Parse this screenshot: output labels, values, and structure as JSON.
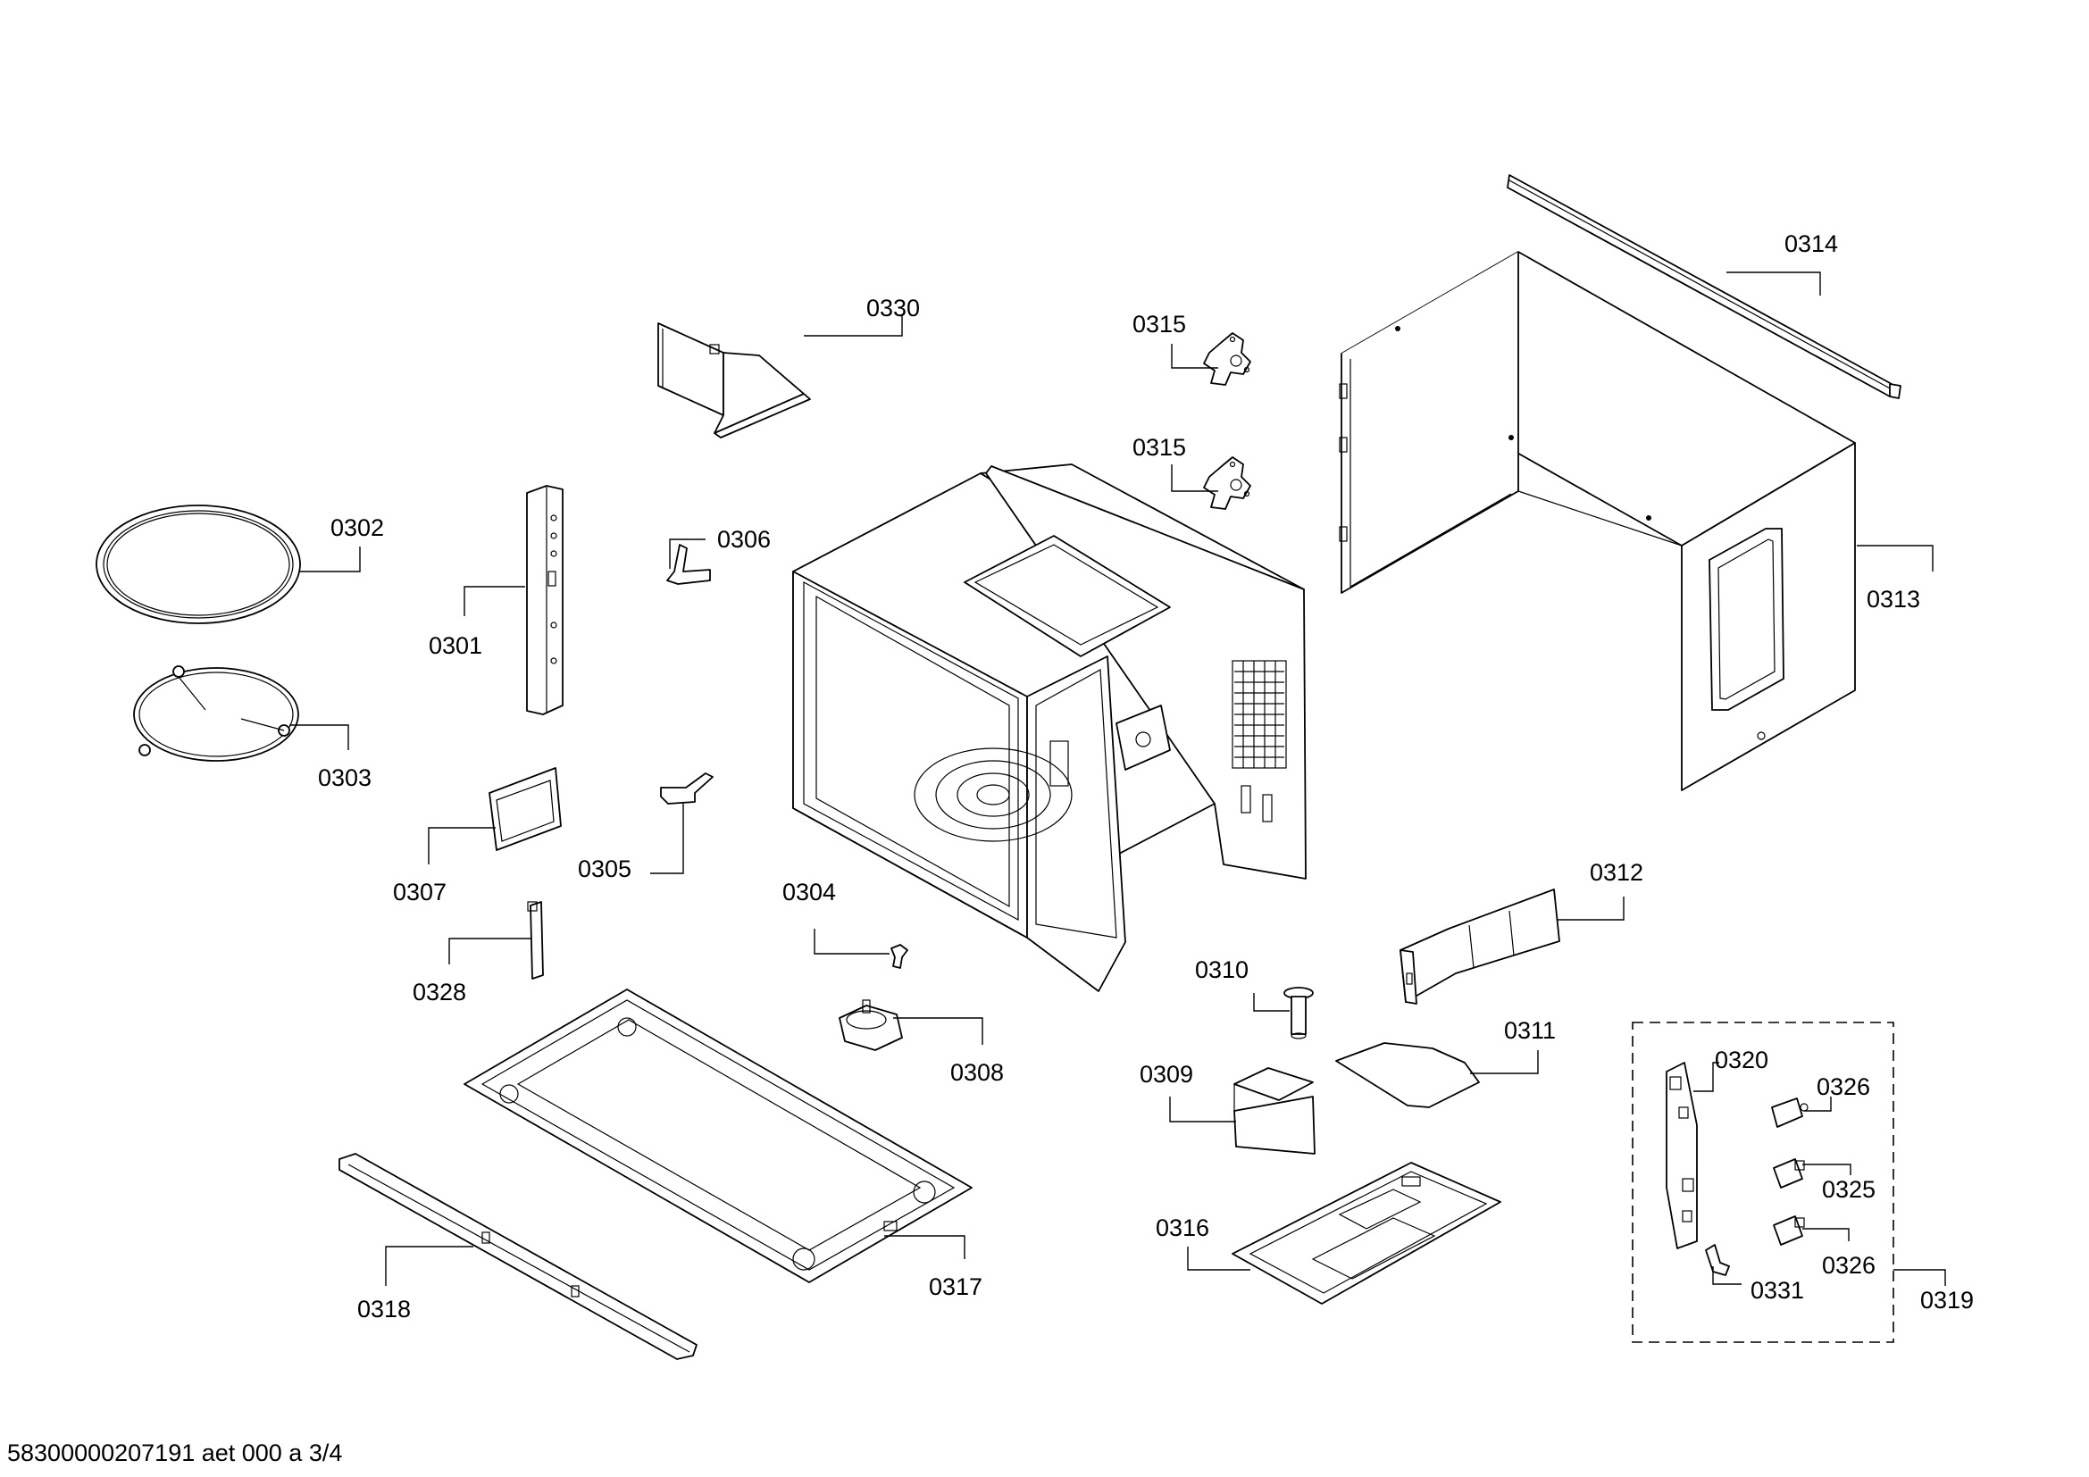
{
  "footer": "58300000207191 aet 000 a 3/4",
  "labels": {
    "p0301": "0301",
    "p0302": "0302",
    "p0303": "0303",
    "p0304": "0304",
    "p0305": "0305",
    "p0306": "0306",
    "p0307": "0307",
    "p0308": "0308",
    "p0309": "0309",
    "p0310": "0310",
    "p0311": "0311",
    "p0312": "0312",
    "p0313": "0313",
    "p0314": "0314",
    "p0315a": "0315",
    "p0315b": "0315",
    "p0316": "0316",
    "p0317": "0317",
    "p0318": "0318",
    "p0319": "0319",
    "p0320": "0320",
    "p0325": "0325",
    "p0326a": "0326",
    "p0326b": "0326",
    "p0328": "0328",
    "p0330": "0330",
    "p0331": "0331"
  }
}
